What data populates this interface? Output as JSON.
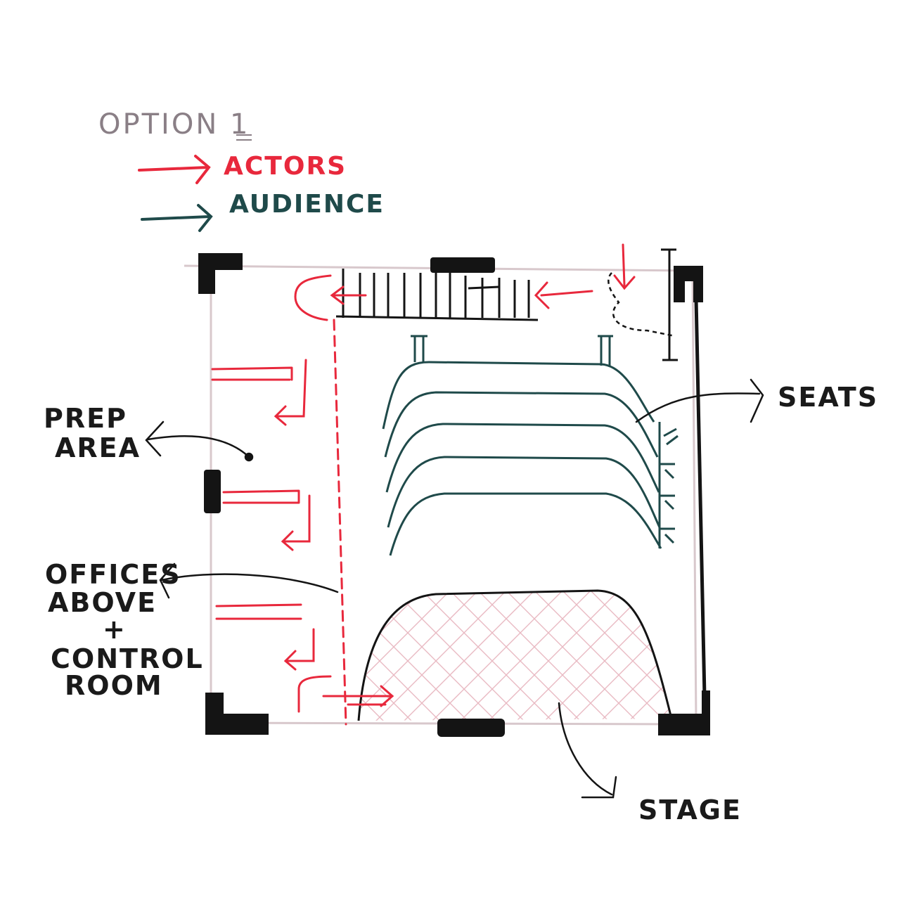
{
  "title": "OPTION 1",
  "legend": [
    {
      "label": "ACTORS",
      "color": "#e8283c"
    },
    {
      "label": "AUDIENCE",
      "color": "#1f4a4a"
    }
  ],
  "labels": {
    "prep_area_line1": "PREP",
    "prep_area_line2": "AREA",
    "offices_line1": "OFFICES",
    "offices_line2": "ABOVE",
    "offices_line3": "+",
    "offices_line4": "CONTROL",
    "offices_line5": "ROOM",
    "seats": "SEATS",
    "stage": "STAGE"
  },
  "colors": {
    "ink": "#141414",
    "actors": "#e8283c",
    "audience": "#1f4a4a",
    "wall": "#d8c8cc",
    "hatch": "#e9b9c2",
    "title": "#8a7f86"
  }
}
